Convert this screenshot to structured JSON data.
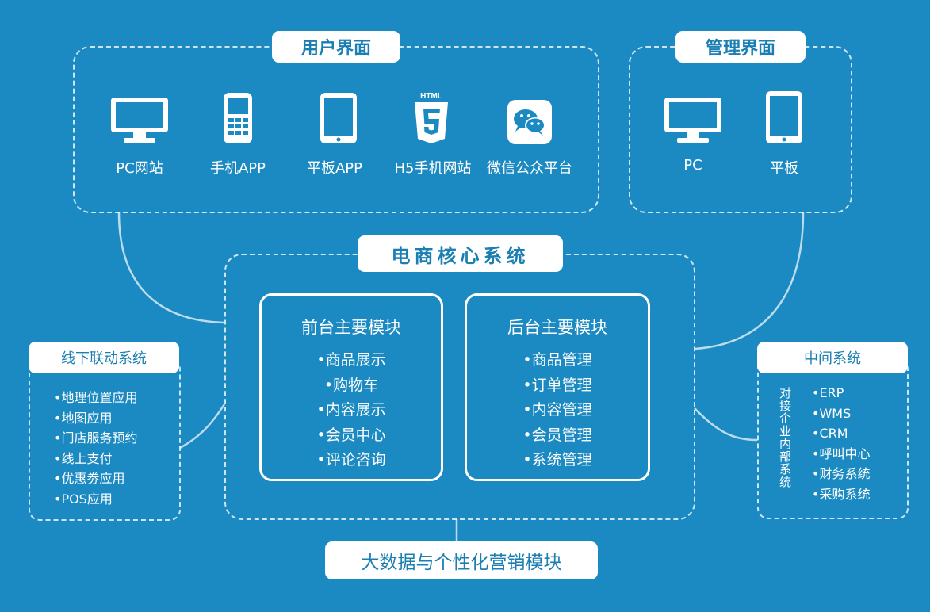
{
  "user_interface": {
    "title": "用户界面",
    "items": [
      {
        "label": "PC网站",
        "icon": "monitor-icon"
      },
      {
        "label": "手机APP",
        "icon": "phone-icon"
      },
      {
        "label": "平板APP",
        "icon": "tablet-icon"
      },
      {
        "label": "H5手机网站",
        "icon": "html5-icon"
      },
      {
        "label": "微信公众平台",
        "icon": "wechat-icon"
      }
    ]
  },
  "admin_interface": {
    "title": "管理界面",
    "items": [
      {
        "label": "PC",
        "icon": "monitor-icon"
      },
      {
        "label": "平板",
        "icon": "tablet-icon"
      }
    ]
  },
  "core": {
    "title": "电商核心系统",
    "front": {
      "title": "前台主要模块",
      "items": [
        "•商品展示",
        "•购物车",
        "•内容展示",
        "•会员中心",
        "•评论咨询"
      ]
    },
    "back": {
      "title": "后台主要模块",
      "items": [
        "•商品管理",
        "•订单管理",
        "•内容管理",
        "•会员管理",
        "•系统管理"
      ]
    }
  },
  "offline": {
    "title": "线下联动系统",
    "items": [
      "•地理位置应用",
      "•地图应用",
      "•门店服务预约",
      "•线上支付",
      "•优惠劵应用",
      "•POS应用"
    ]
  },
  "middleware": {
    "title": "中间系统",
    "vertical_label": "对接企业内部系统",
    "items": [
      "•ERP",
      "•WMS",
      "•CRM",
      "•呼叫中心",
      "•财务系统",
      "•采购系统"
    ]
  },
  "bigdata": {
    "title": "大数据与个性化营销模块"
  },
  "colors": {
    "background": "#1b8ac2",
    "accent_text": "#1b7fb3",
    "foreground": "#ffffff"
  }
}
